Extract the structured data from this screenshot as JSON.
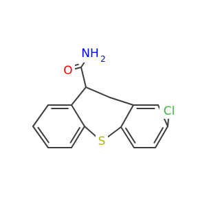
{
  "structure": {
    "atoms": [
      {
        "id": "s",
        "element": "S",
        "text": "S",
        "color": "#b2b200"
      },
      {
        "id": "cl",
        "element": "Cl",
        "text": "Cl",
        "color": "#3cb43c"
      },
      {
        "id": "o",
        "element": "O",
        "text": "O",
        "color": "#ff0000"
      },
      {
        "id": "n",
        "element": "N",
        "text": "NH",
        "subscript": "2",
        "color": "#0000ff"
      }
    ],
    "bond_color": "#3c3c3c"
  }
}
